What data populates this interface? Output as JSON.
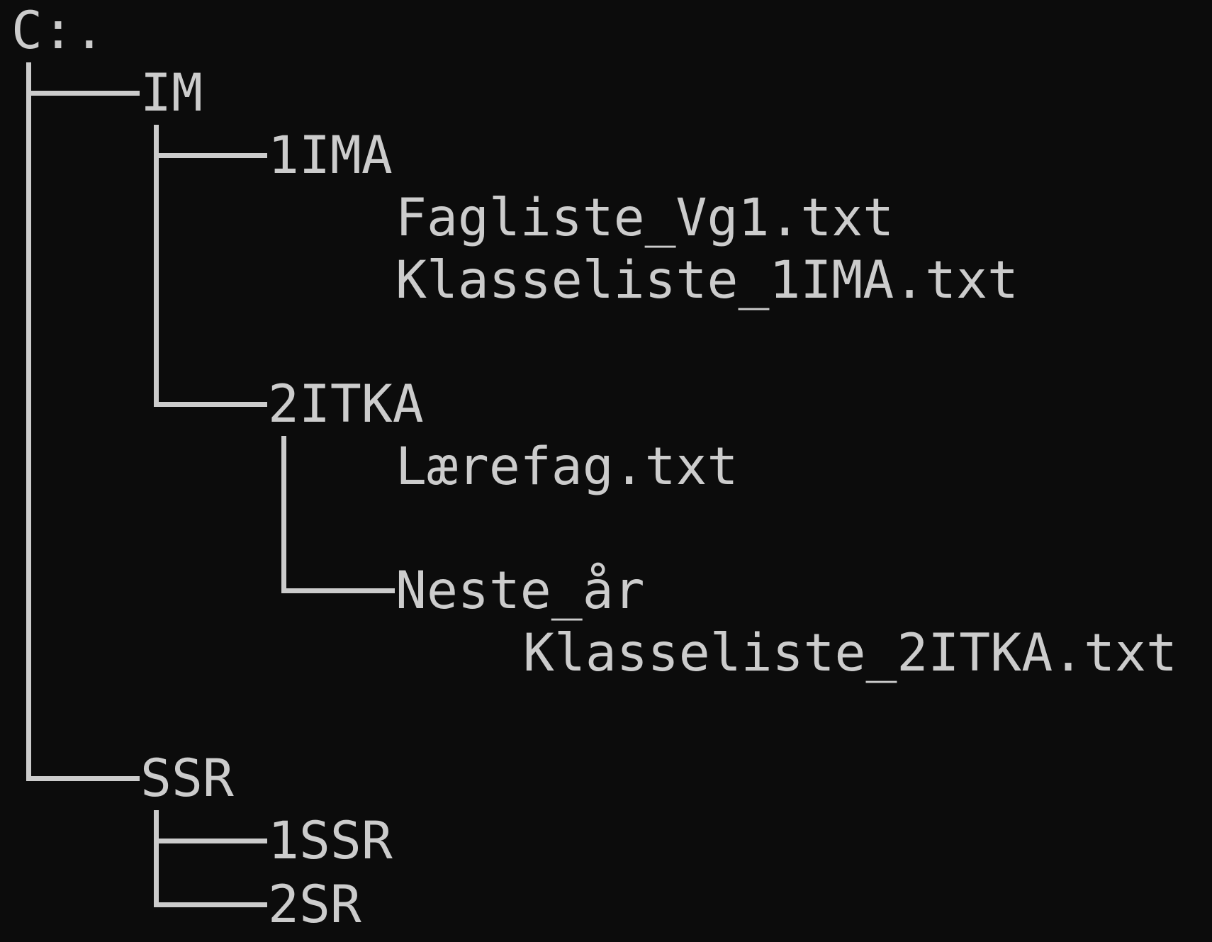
{
  "window": {
    "background": "#0c0c0c",
    "foreground": "#cccccc"
  },
  "tree": {
    "root": "C:.",
    "items": [
      "IM",
      "1IMA",
      "Fagliste_Vg1.txt",
      "Klasseliste_1IMA.txt",
      "2ITKA",
      "Lærefag.txt",
      "Neste_år",
      "Klasseliste_2ITKA.txt",
      "SSR",
      "1SSR",
      "2SR"
    ]
  }
}
